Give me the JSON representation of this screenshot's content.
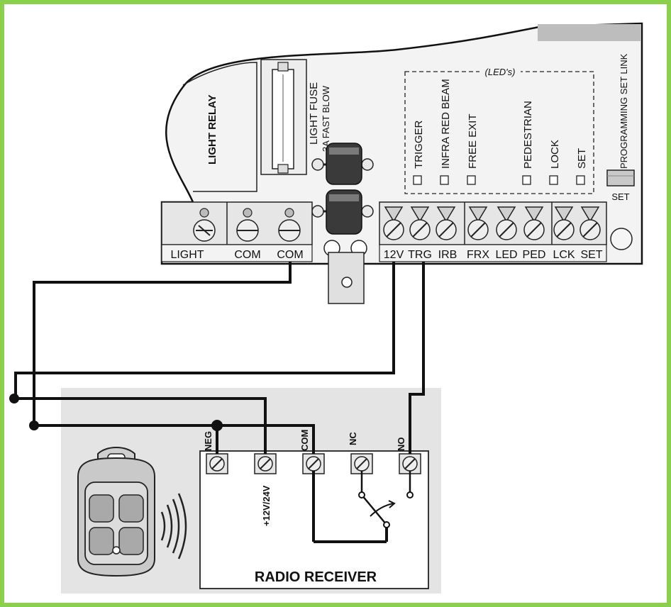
{
  "board": {
    "light_relay": "LIGHT RELAY",
    "fuse_lines": [
      "LIGHT FUSE",
      "3A  FAST  BLOW"
    ],
    "leds_heading": "(LED's)",
    "leds": [
      "TRIGGER",
      "INFRA RED BEAM",
      "FREE EXIT",
      "PEDESTRIAN",
      "LOCK",
      "SET"
    ],
    "programming_link": "PROGRAMMING SET LINK",
    "set_button": "SET",
    "relay_terminals": [
      "LIGHT",
      "COM",
      "COM"
    ],
    "io_terminals": [
      "12V",
      "TRG",
      "IRB",
      "FRX",
      "LED",
      "PED",
      "LCK",
      "SET"
    ]
  },
  "receiver": {
    "title": "RADIO RECEIVER",
    "terminals": [
      "NEG",
      "+12V/24V",
      "COM",
      "NC",
      "NO"
    ]
  },
  "colors": {
    "frame_border": "#8ad04d",
    "board_fill": "#f3f3f3",
    "receiver_bg": "#e4e4e4",
    "wire": "#111111"
  }
}
